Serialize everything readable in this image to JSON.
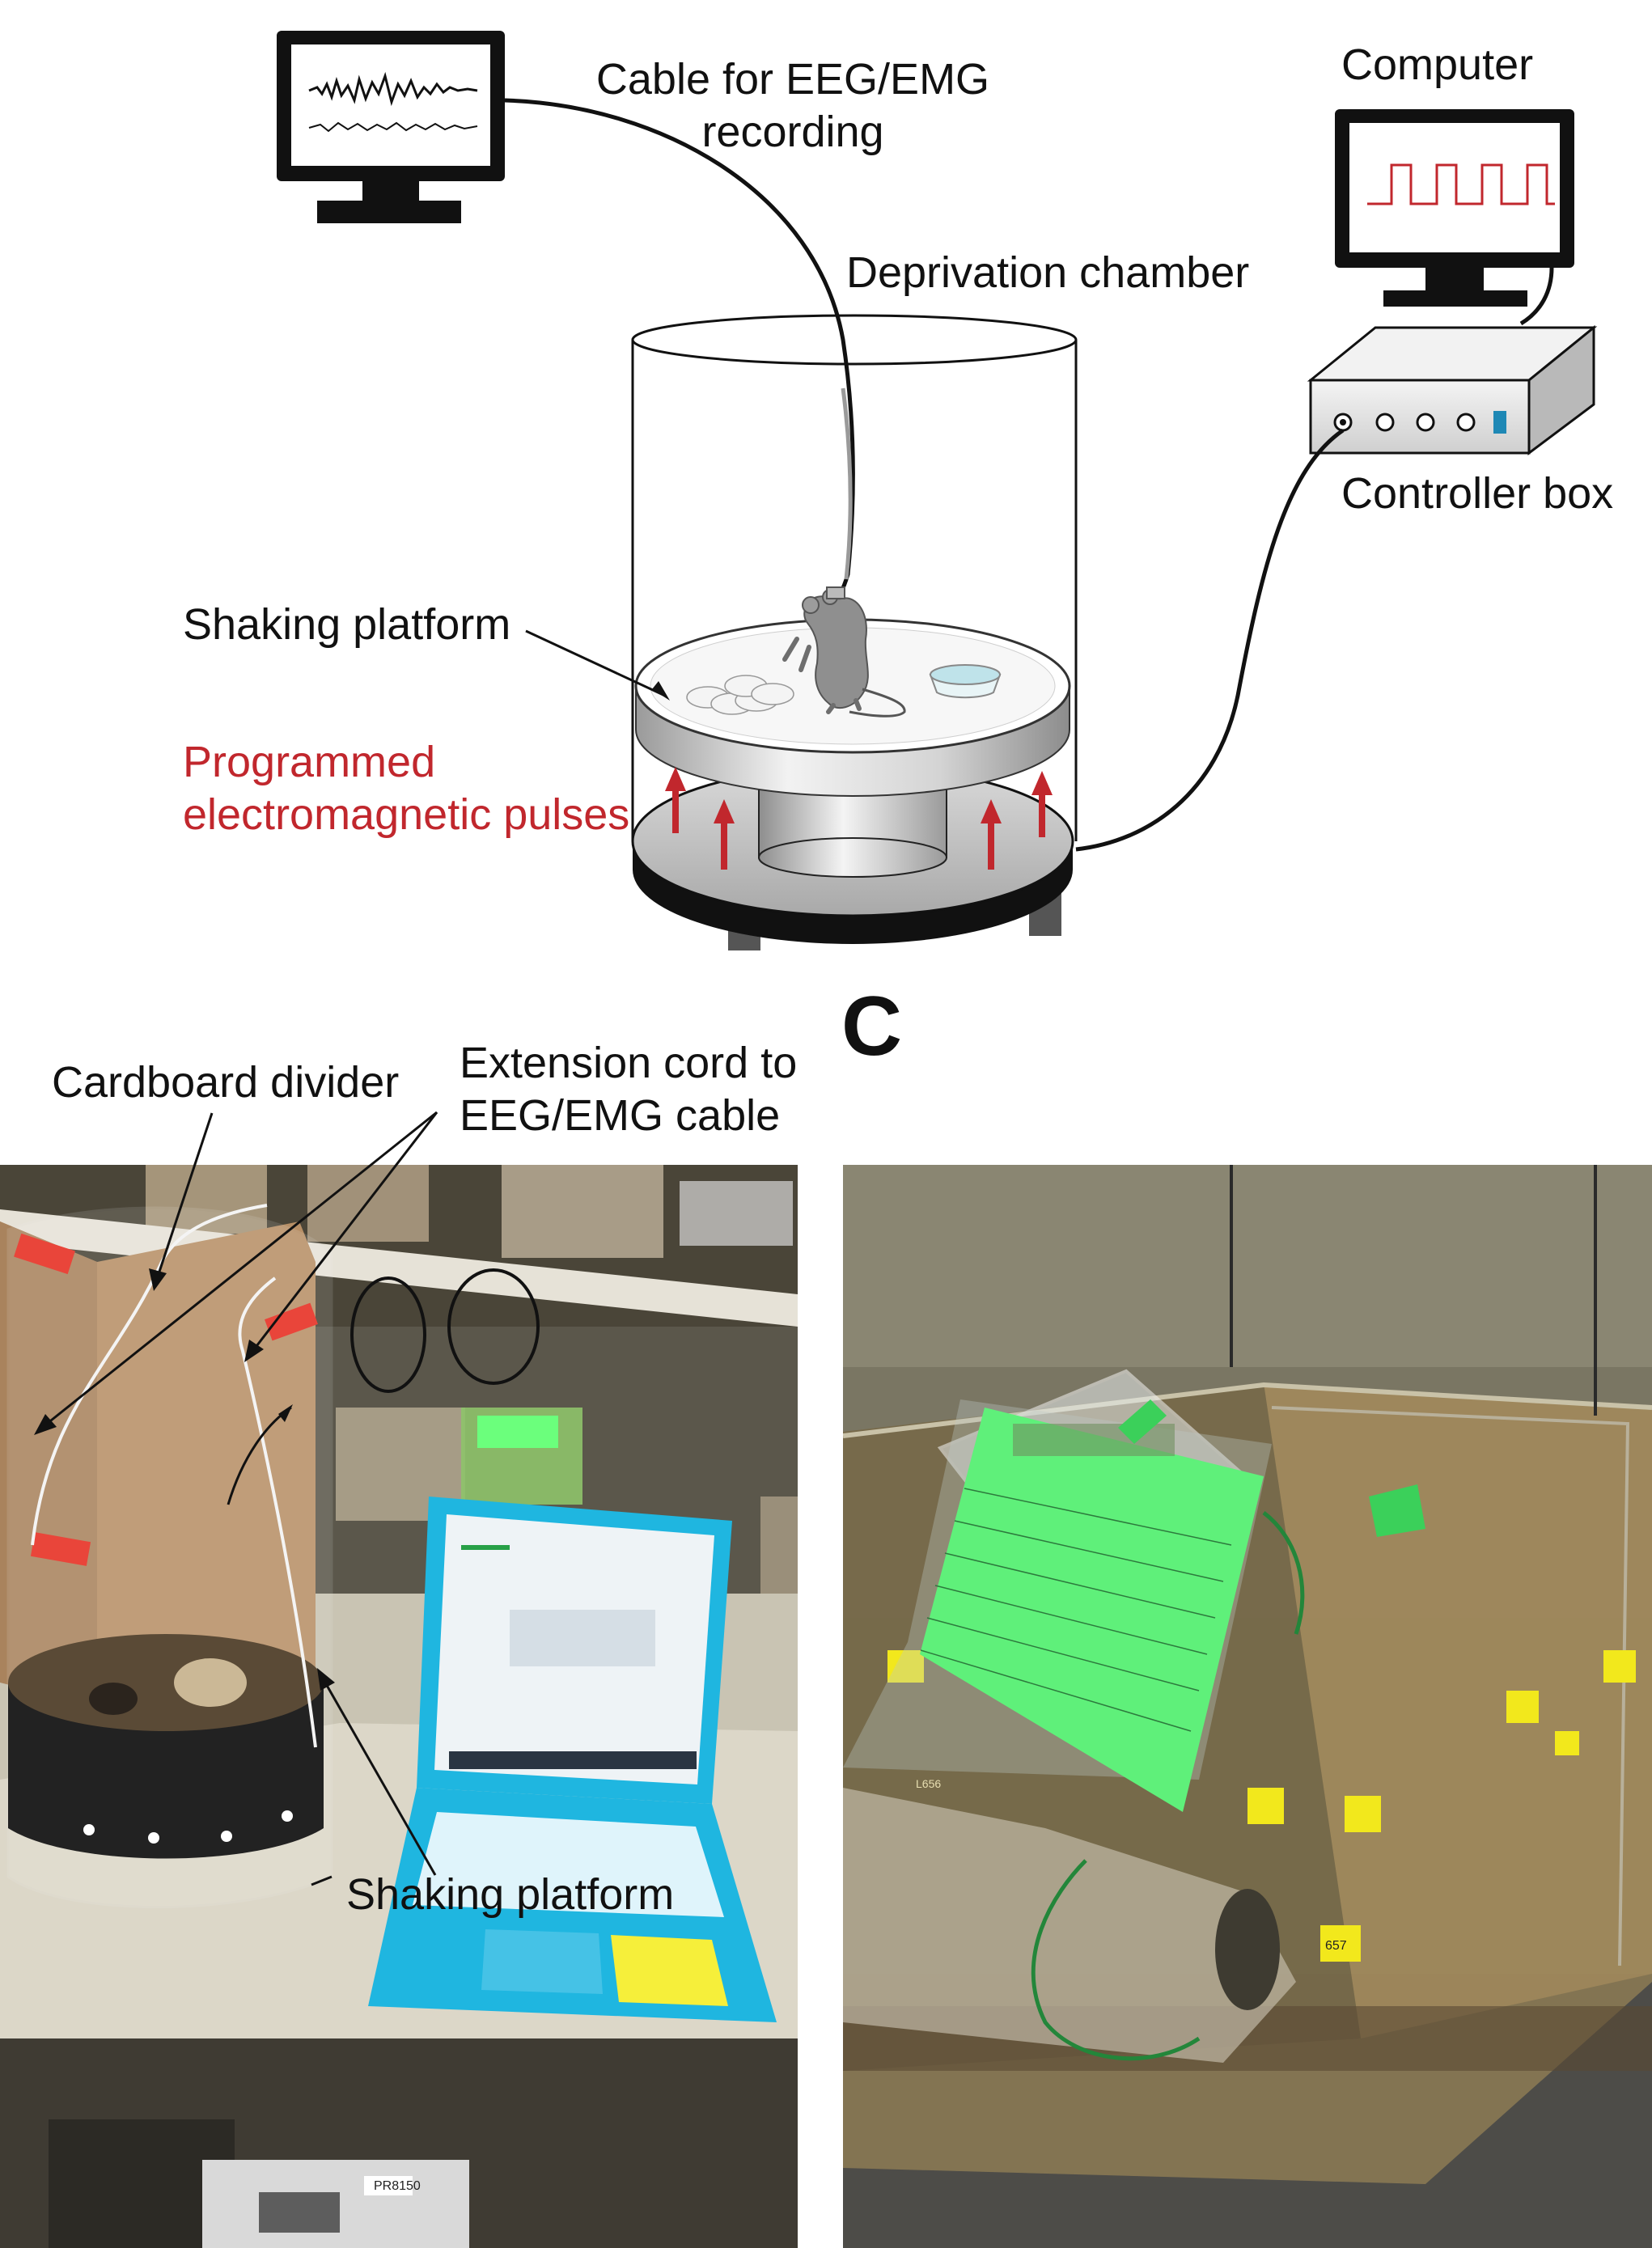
{
  "labels": {
    "cable": [
      "Cable for EEG/EMG",
      "recording"
    ],
    "computer": "Computer",
    "chamber": "Deprivation chamber",
    "controller": "Controller box",
    "platform_top": "Shaking platform",
    "pulses": [
      "Programmed",
      "electromagnetic pulses"
    ],
    "panel_c": "C",
    "divider": "Cardboard divider",
    "extension": [
      "Extension cord to",
      "EEG/EMG cable"
    ],
    "platform_photo": "Shaking platform",
    "shelf_tag": "PR8150",
    "cage_tag_a": "657",
    "cage_tag_b": "L656"
  },
  "colors": {
    "pulse_red": "#c1272d",
    "laptop_cyan": "#1fb6e0",
    "note_green": "#5ff07a",
    "note_yellow": "#f6ef3a"
  },
  "icons": [
    "eeg-monitor-icon",
    "computer-monitor-icon",
    "controller-box-icon",
    "mouse-icon"
  ]
}
